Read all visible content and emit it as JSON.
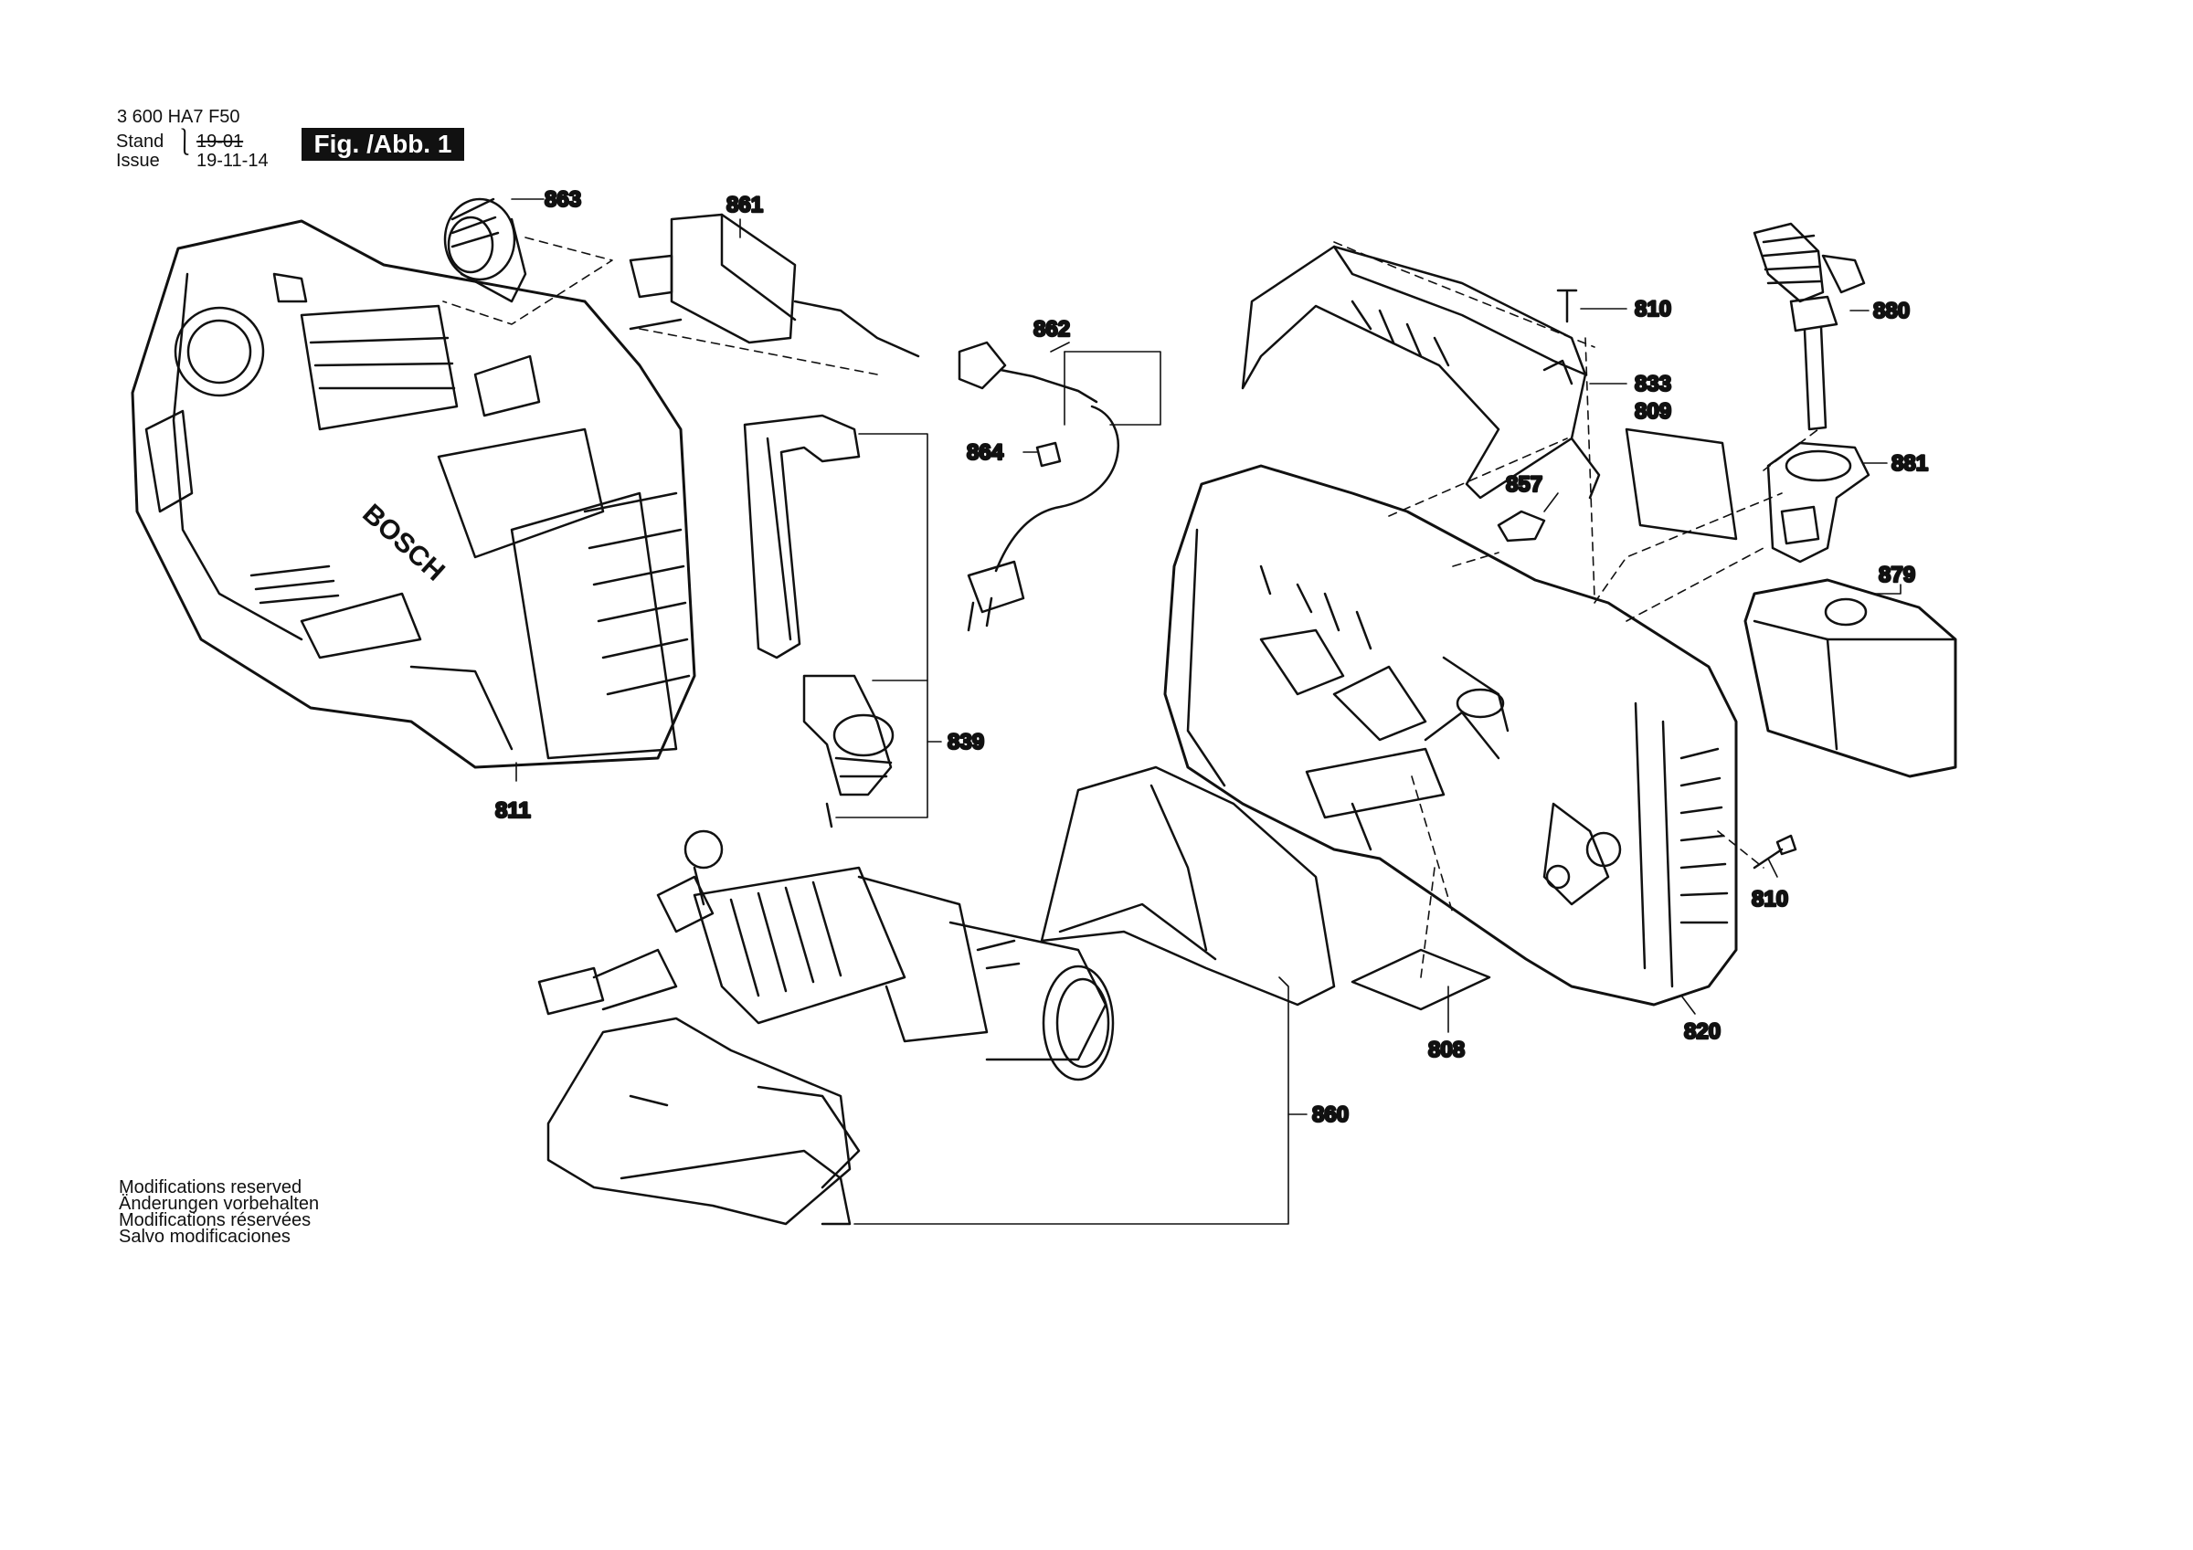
{
  "header": {
    "part_number": "3 600 HA7 F50",
    "stand_label": "Stand",
    "stand_date": "19-01",
    "issue_label": "Issue",
    "issue_date": "19-11-14",
    "figure": "Fig. /Abb. 1"
  },
  "modifications": [
    "Modifications reserved",
    "Änderungen vorbehalten",
    "Modifications réservées",
    "Salvo modificaciones"
  ],
  "brand_on_housing": "BOSCH",
  "parts": [
    {
      "id": "p863",
      "label": "863"
    },
    {
      "id": "p861",
      "label": "861"
    },
    {
      "id": "p862",
      "label": "862"
    },
    {
      "id": "p864",
      "label": "864"
    },
    {
      "id": "p811",
      "label": "811"
    },
    {
      "id": "p839",
      "label": "839"
    },
    {
      "id": "p810a",
      "label": "810"
    },
    {
      "id": "p833",
      "label": "833"
    },
    {
      "id": "p809",
      "label": "809"
    },
    {
      "id": "p857",
      "label": "857"
    },
    {
      "id": "p880",
      "label": "880"
    },
    {
      "id": "p881",
      "label": "881"
    },
    {
      "id": "p879",
      "label": "879"
    },
    {
      "id": "p810b",
      "label": "810"
    },
    {
      "id": "p820",
      "label": "820"
    },
    {
      "id": "p808",
      "label": "808"
    },
    {
      "id": "p860",
      "label": "860"
    }
  ]
}
